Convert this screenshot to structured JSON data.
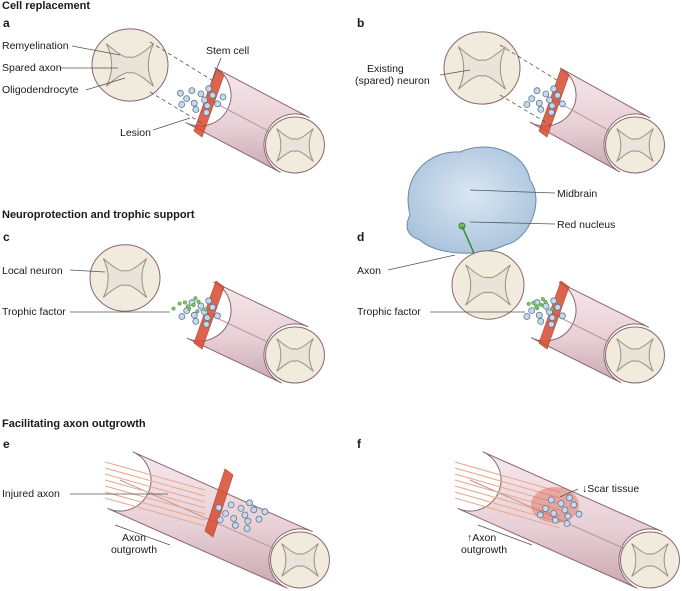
{
  "sections": {
    "cell_replacement": "Cell replacement",
    "neuroprotection": "Neuroprotection and trophic support",
    "axon_outgrowth": "Facilitating axon outgrowth"
  },
  "panels": {
    "a": {
      "letter": "a",
      "remyelination": "Remyelination",
      "spared_axon": "Spared axon",
      "oligodendrocyte": "Oligodendrocyte",
      "stem_cell": "Stem cell",
      "lesion": "Lesion"
    },
    "b": {
      "letter": "b",
      "existing_line1": "Existing",
      "existing_line2": "(spared) neuron"
    },
    "c": {
      "letter": "c",
      "local_neuron": "Local neuron",
      "trophic_factor": "Trophic factor"
    },
    "d": {
      "letter": "d",
      "midbrain": "Midbrain",
      "red_nucleus": "Red nucleus",
      "axon": "Axon",
      "trophic_factor": "Trophic factor"
    },
    "e": {
      "letter": "e",
      "injured_axon": "Injured axon",
      "outgrowth_line1": "Axon",
      "outgrowth_line2": "outgrowth"
    },
    "f": {
      "letter": "f",
      "scar_tissue": "↓Scar tissue",
      "outgrowth_line1": "↑Axon",
      "outgrowth_line2": "outgrowth"
    }
  },
  "colors": {
    "cord_body": "#ecd6dc",
    "cord_edge": "#8a6670",
    "cross_section": "#f1ebdd",
    "grey_matter": "#e8e4da",
    "lesion": "#d84a30",
    "cell": "#c9d8e8",
    "cell_edge": "#5a7896",
    "trophic": "#7bc46a",
    "brain": "#c5d7ea",
    "axon_fibre": "#e8a88a"
  }
}
